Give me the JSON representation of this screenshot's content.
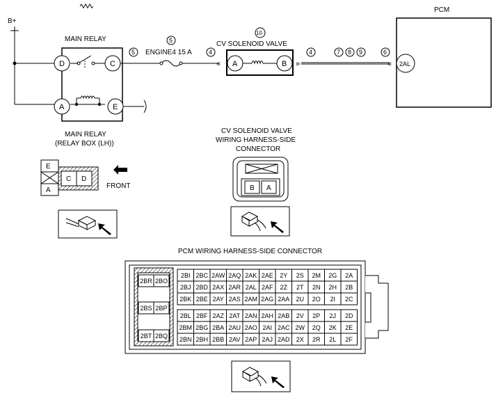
{
  "power": {
    "label": "B+"
  },
  "pcm": {
    "title": "PCM",
    "pin": "2AL",
    "circle_ref": "6"
  },
  "main_relay": {
    "title": "MAIN RELAY",
    "caption_line1": "MAIN RELAY",
    "caption_line2": "(RELAY BOX (LH))",
    "pins": {
      "D": "D",
      "C": "C",
      "A": "A",
      "E": "E"
    },
    "pin_c_ref": "5"
  },
  "fuse": {
    "ref": "5",
    "label": "ENGINE4 15 A"
  },
  "wire_ref_left": "4",
  "cv_valve": {
    "ref": "10",
    "title": "CV SOLENOID VALVE",
    "pins": {
      "A": "A",
      "B": "B"
    },
    "right_ref": "4",
    "wire_refs": [
      "7",
      "8",
      "9"
    ],
    "caption_line1": "CV SOLENOID VALVE",
    "caption_line2": "WIRING HARNESS-SIDE",
    "caption_line3": "CONNECTOR",
    "conn_pins": [
      "B",
      "A"
    ]
  },
  "relay_connector": {
    "pins": {
      "E": "E",
      "C": "C",
      "D": "D",
      "A": "A"
    },
    "front_label": "FRONT"
  },
  "pcm_connector": {
    "title": "PCM WIRING HARNESS-SIDE CONNECTOR",
    "left_block": [
      [
        "2BR",
        "2BO"
      ],
      [
        "2BS",
        "2BP"
      ],
      [
        "2BT",
        "2BQ"
      ]
    ],
    "top_rows": [
      [
        "2BI",
        "2BC",
        "2AW",
        "2AQ",
        "2AK",
        "2AE",
        "2Y",
        "2S",
        "2M",
        "2G",
        "2A"
      ],
      [
        "2BJ",
        "2BD",
        "2AX",
        "2AR",
        "2AL",
        "2AF",
        "2Z",
        "2T",
        "2N",
        "2H",
        "2B"
      ],
      [
        "2BK",
        "2BE",
        "2AY",
        "2AS",
        "2AM",
        "2AG",
        "2AA",
        "2U",
        "2O",
        "2I",
        "2C"
      ]
    ],
    "bottom_rows": [
      [
        "2BL",
        "2BF",
        "2AZ",
        "2AT",
        "2AN",
        "2AH",
        "2AB",
        "2V",
        "2P",
        "2J",
        "2D"
      ],
      [
        "2BM",
        "2BG",
        "2BA",
        "2AU",
        "2AO",
        "2AI",
        "2AC",
        "2W",
        "2Q",
        "2K",
        "2E"
      ],
      [
        "2BN",
        "2BH",
        "2BB",
        "2AV",
        "2AP",
        "2AJ",
        "2AD",
        "2X",
        "2R",
        "2L",
        "2F"
      ]
    ]
  }
}
